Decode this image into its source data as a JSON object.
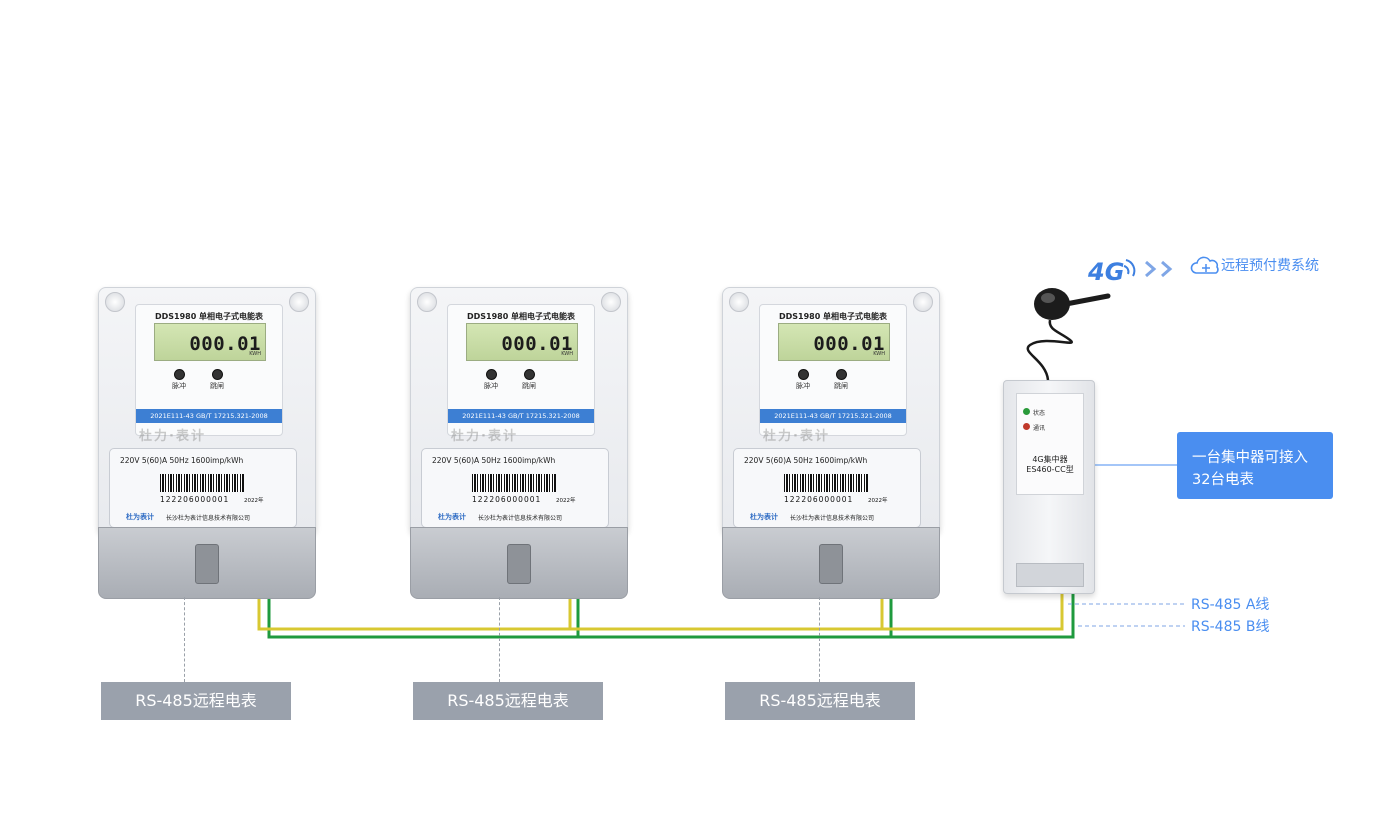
{
  "meters": [
    {
      "model": "DDS1980 单相电子式电能表",
      "lcd_value": "000.01",
      "lcd_unit": "KWH",
      "led_pulse": "脉冲",
      "led_trip": "跳闸",
      "cert_strip": "2021E111-43   GB/T 17215.321-2008",
      "watermark": "杜力·表计",
      "spec": "220V    5(60)A    50Hz    1600imp/kWh",
      "serial": "122206000001",
      "year": "2022年",
      "brand": "杜为表计",
      "company": "长沙杜为表计信息技术有限公司",
      "label": "RS-485远程电表"
    },
    {
      "model": "DDS1980 单相电子式电能表",
      "lcd_value": "000.01",
      "lcd_unit": "KWH",
      "led_pulse": "脉冲",
      "led_trip": "跳闸",
      "cert_strip": "2021E111-43   GB/T 17215.321-2008",
      "watermark": "杜力·表计",
      "spec": "220V    5(60)A    50Hz    1600imp/kWh",
      "serial": "122206000001",
      "year": "2022年",
      "brand": "杜为表计",
      "company": "长沙杜为表计信息技术有限公司",
      "label": "RS-485远程电表"
    },
    {
      "model": "DDS1980 单相电子式电能表",
      "lcd_value": "000.01",
      "lcd_unit": "KWH",
      "led_pulse": "脉冲",
      "led_trip": "跳闸",
      "cert_strip": "2021E111-43   GB/T 17215.321-2008",
      "watermark": "杜力·表计",
      "spec": "220V    5(60)A    50Hz    1600imp/kWh",
      "serial": "122206000001",
      "year": "2022年",
      "brand": "杜为表计",
      "company": "长沙杜为表计信息技术有限公司",
      "label": "RS-485远程电表"
    }
  ],
  "concentrator": {
    "led_status": "状态",
    "led_comm": "通讯",
    "title": "4G集中器",
    "model": "ES460-CC型"
  },
  "callout": {
    "line1": "一台集中器可接入",
    "line2": "32台电表"
  },
  "rs485": {
    "line_a": "RS-485 A线",
    "line_b": "RS-485 B线"
  },
  "network": {
    "badge": "4G",
    "cloud_label": "远程预付费系统"
  },
  "colors": {
    "wire_a": "#d8c832",
    "wire_b": "#1f9a3e",
    "accent": "#4a8ef0",
    "label_bg": "#9aa1ac"
  }
}
